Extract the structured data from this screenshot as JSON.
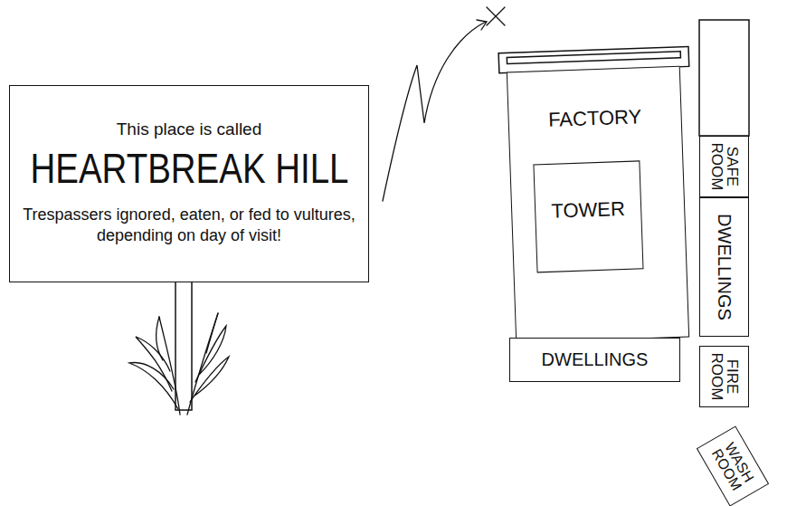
{
  "diagram": {
    "nodes": [
      {
        "text": [
          "This place is called",
          "HEARTBREAK HILL",
          "Trespassers ignored, eaten, or fed to vultures, depending on day of visit!"
        ]
      },
      {
        "text": [
          "FACTORY"
        ]
      },
      {
        "text": [
          "TOWER"
        ],
        "in": 1
      },
      {
        "text": [
          "SAFE ROOM"
        ]
      },
      {
        "text": [
          "DWELLINGS"
        ]
      },
      {
        "text": [
          "DWELLINGS"
        ]
      },
      {
        "text": [
          "FIRE ROOM"
        ]
      },
      {
        "text": [
          "WASH ROOM"
        ]
      }
    ]
  }
}
